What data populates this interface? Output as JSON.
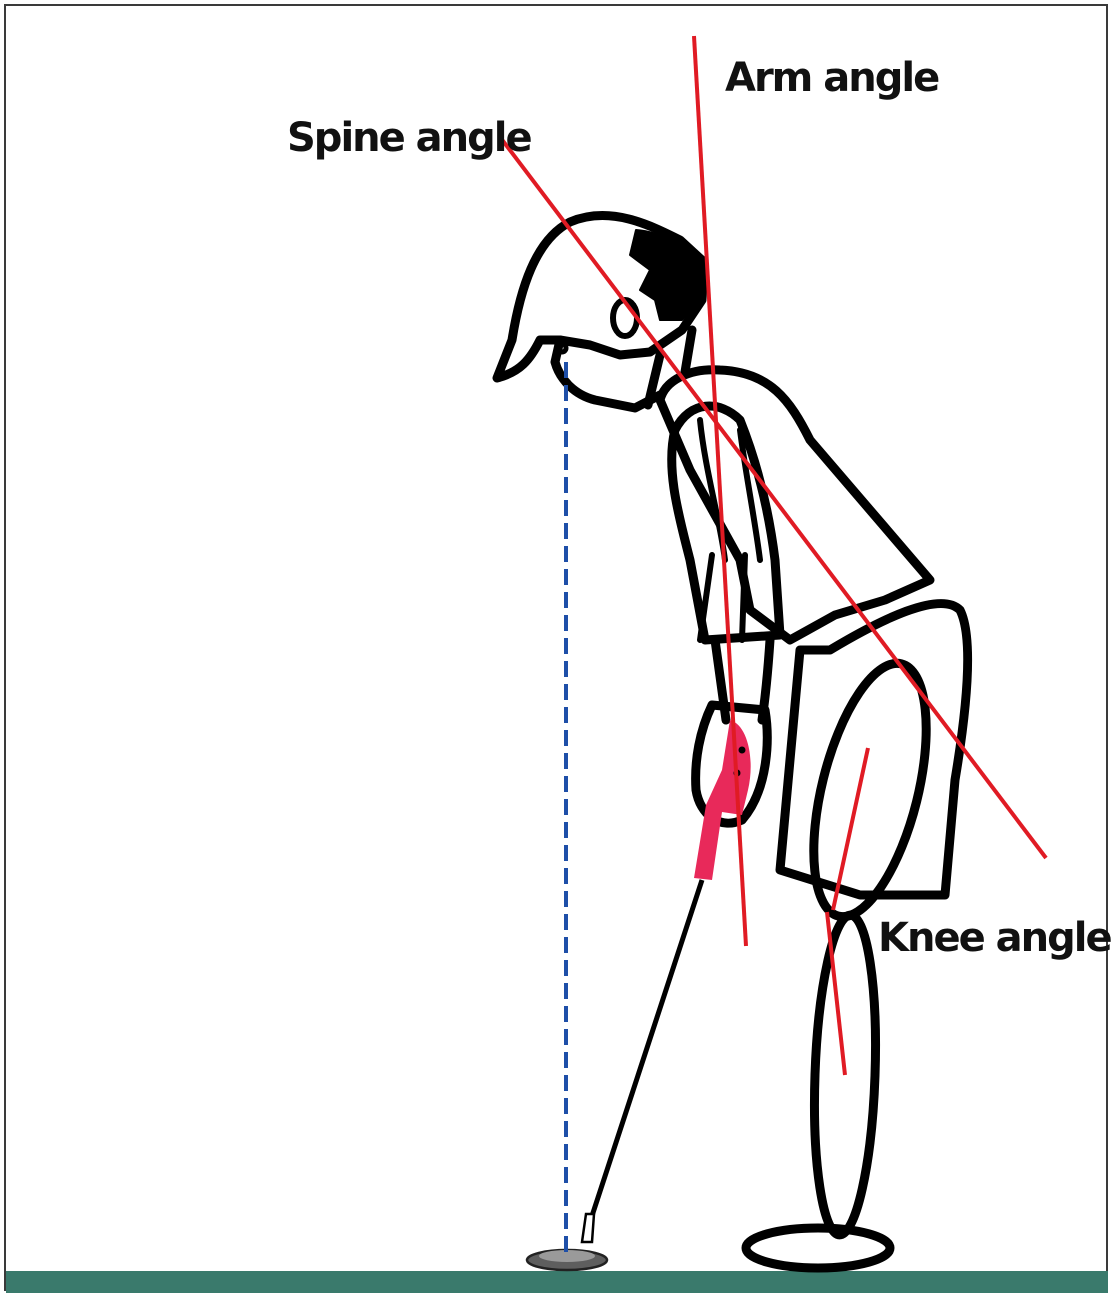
{
  "labels": {
    "arm_angle": "Arm angle",
    "spine_angle": "Spine angle",
    "knee_angle": "Knee angle"
  },
  "colors": {
    "angle_line": "#e01b24",
    "plumb_line": "#1e4fa8",
    "outline": "#000000",
    "grip": "#e8295a",
    "ground": "#3a7a6c",
    "label": "#111111"
  }
}
